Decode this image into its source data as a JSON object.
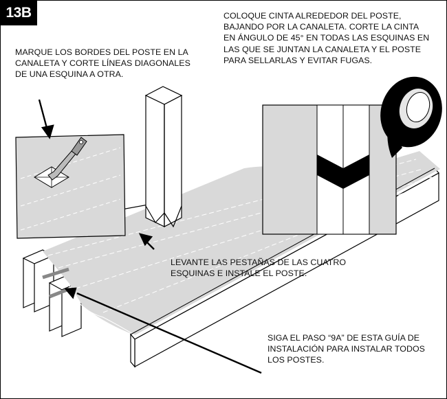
{
  "step": {
    "label": "13B"
  },
  "callouts": {
    "mark_edges": {
      "lines": [
        "MARQUE LOS BORDES DEL POSTE EN LA",
        "CANALETA Y CORTE LÍNEAS DIAGONALES",
        "DE UNA ESQUINA A OTRA."
      ]
    },
    "tape": {
      "lines": [
        "COLOQUE CINTA ALREDEDOR DEL POSTE,",
        "BAJANDO POR LA CANALETA. CORTE LA CINTA",
        "EN ÁNGULO DE 45° EN TODAS LAS ESQUINAS EN",
        "LAS QUE SE JUNTAN LA CANALETA Y EL POSTE",
        "PARA SELLARLAS Y EVITAR FUGAS."
      ]
    },
    "lift_tabs": {
      "lines": [
        "LEVANTE LAS PESTAÑAS DE LAS CUATRO",
        "ESQUINAS E INSTALE EL POSTE."
      ]
    },
    "guide": {
      "lines": [
        "SIGA EL PASO “9A” DE ESTA GUÍA DE",
        "INSTALACIÓN PARA INSTALAR TODOS",
        "LOS POSTES."
      ]
    }
  },
  "colors": {
    "membrane": "#d9d9d9",
    "tape": "#000000",
    "outline": "#000000"
  }
}
